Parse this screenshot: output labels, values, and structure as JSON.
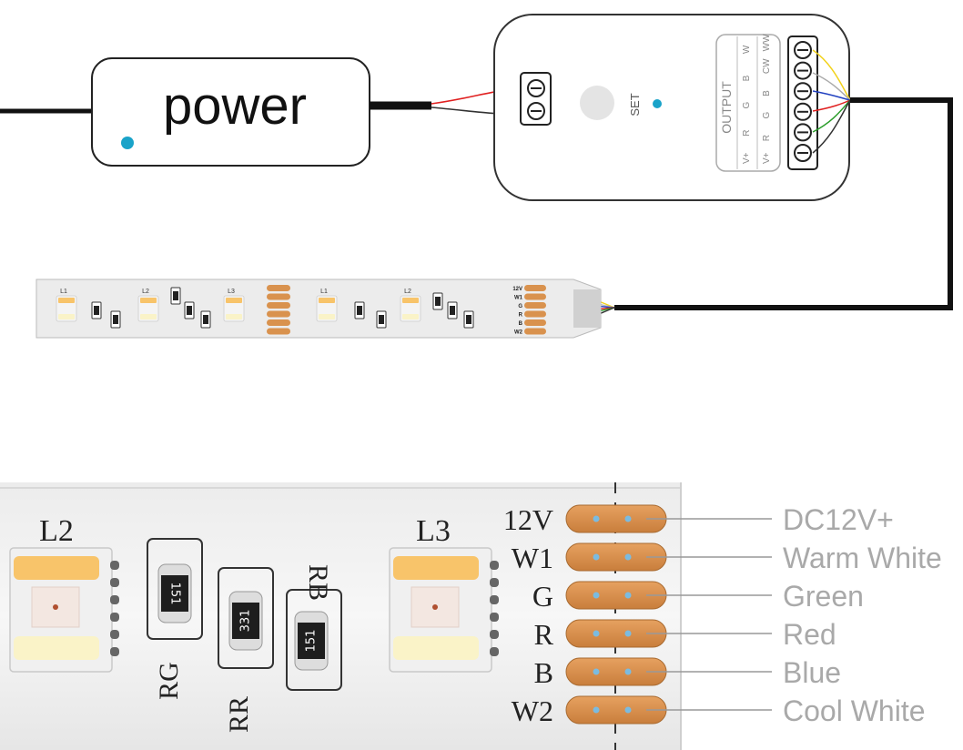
{
  "power_box": {
    "label": "power"
  },
  "controller": {
    "set_label": "SET",
    "output_label": "OUTPUT",
    "output_rows": [
      [
        "V+",
        "R",
        "G",
        "B",
        "W"
      ],
      [
        "V+",
        "R",
        "G",
        "B",
        "CW",
        "WW"
      ]
    ]
  },
  "strip_small": {
    "led_labels": [
      "L1",
      "L2",
      "L3",
      "L1",
      "L2"
    ],
    "pad_labels": [
      "12V",
      "W1",
      "G",
      "R",
      "B",
      "W2"
    ]
  },
  "strip_zoom": {
    "led_labels": [
      "L2",
      "L3"
    ],
    "resistors": [
      {
        "code": "151",
        "label": "RG"
      },
      {
        "code": "331",
        "label": "RR"
      },
      {
        "code": "151",
        "label": "RB"
      }
    ],
    "pad_labels": [
      "12V",
      "W1",
      "G",
      "R",
      "B",
      "W2"
    ]
  },
  "pin_legend": [
    "DC12V+",
    "Warm White",
    "Green",
    "Red",
    "Blue",
    "Cool White"
  ],
  "colors": {
    "dot_accent": "#1aa3c9",
    "pad_copper": "#d9924e",
    "wire_red": "#e02020",
    "wire_yellow": "#f2d21c",
    "wire_green": "#2a9d2a",
    "wire_blue": "#2040c0",
    "led_warm": "#f8c46a",
    "led_cool": "#faf3c8"
  }
}
